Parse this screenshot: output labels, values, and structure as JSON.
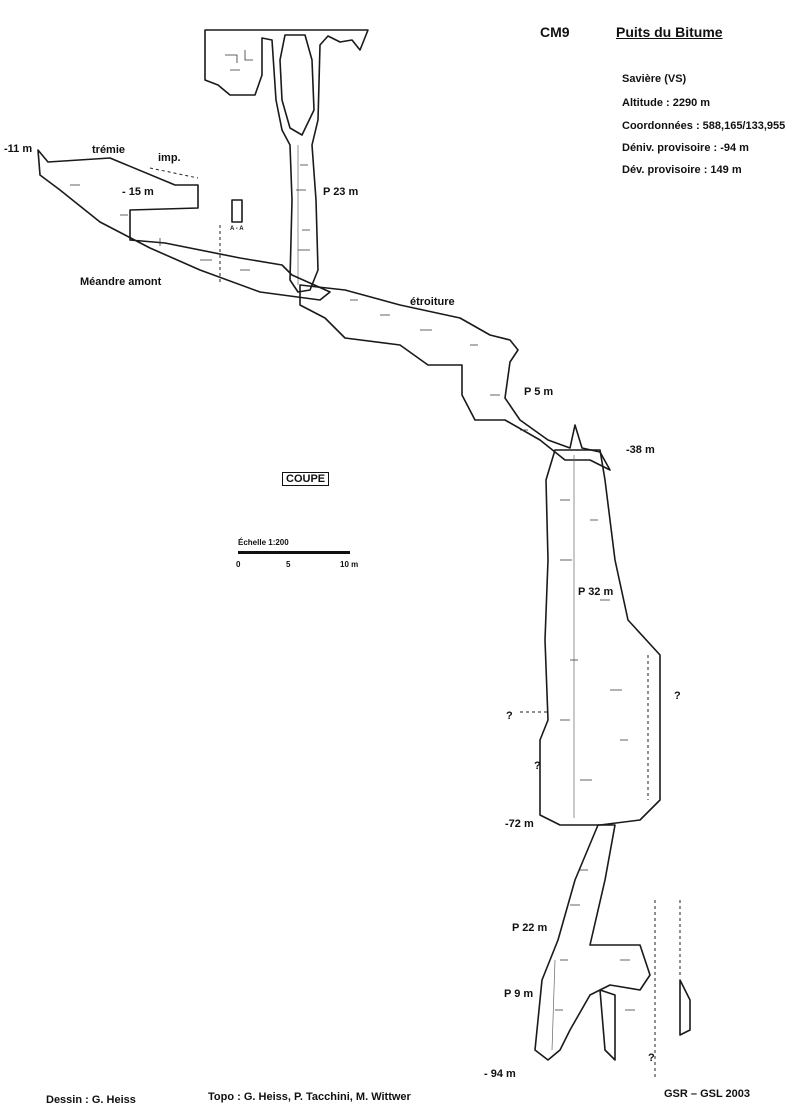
{
  "header": {
    "code": "CM9",
    "name": "Puits du Bitume",
    "location": "Savière (VS)",
    "altitude": "Altitude : 2290 m",
    "coordinates": "Coordonnées : 588,165/133,955",
    "deniv": "Déniv. provisoire :   -94 m",
    "dev": "Dév. provisoire :  149 m"
  },
  "labels": {
    "m11": "-11 m",
    "tremie": "trémie",
    "imp": "imp.",
    "m15": "- 15 m",
    "aa": "A - A",
    "meandre": "Méandre amont",
    "p23": "P 23 m",
    "etroiture": "étroiture",
    "p5": "P 5 m",
    "m38": "-38 m",
    "coupe": "COUPE",
    "p32": "P 32 m",
    "q1": "?",
    "q2": "?",
    "q3": "?",
    "q4": "?",
    "m72": "-72 m",
    "p22": "P 22 m",
    "p9": "P 9 m",
    "m94": "- 94 m"
  },
  "scale": {
    "title": "Échelle 1:200",
    "tick0": "0",
    "tick5": "5",
    "tick10": "10 m"
  },
  "footer": {
    "dessin": "Dessin : G. Heiss",
    "topo": "Topo :  G. Heiss, P. Tacchini, M. Wittwer",
    "credit": "GSR – GSL  2003"
  }
}
